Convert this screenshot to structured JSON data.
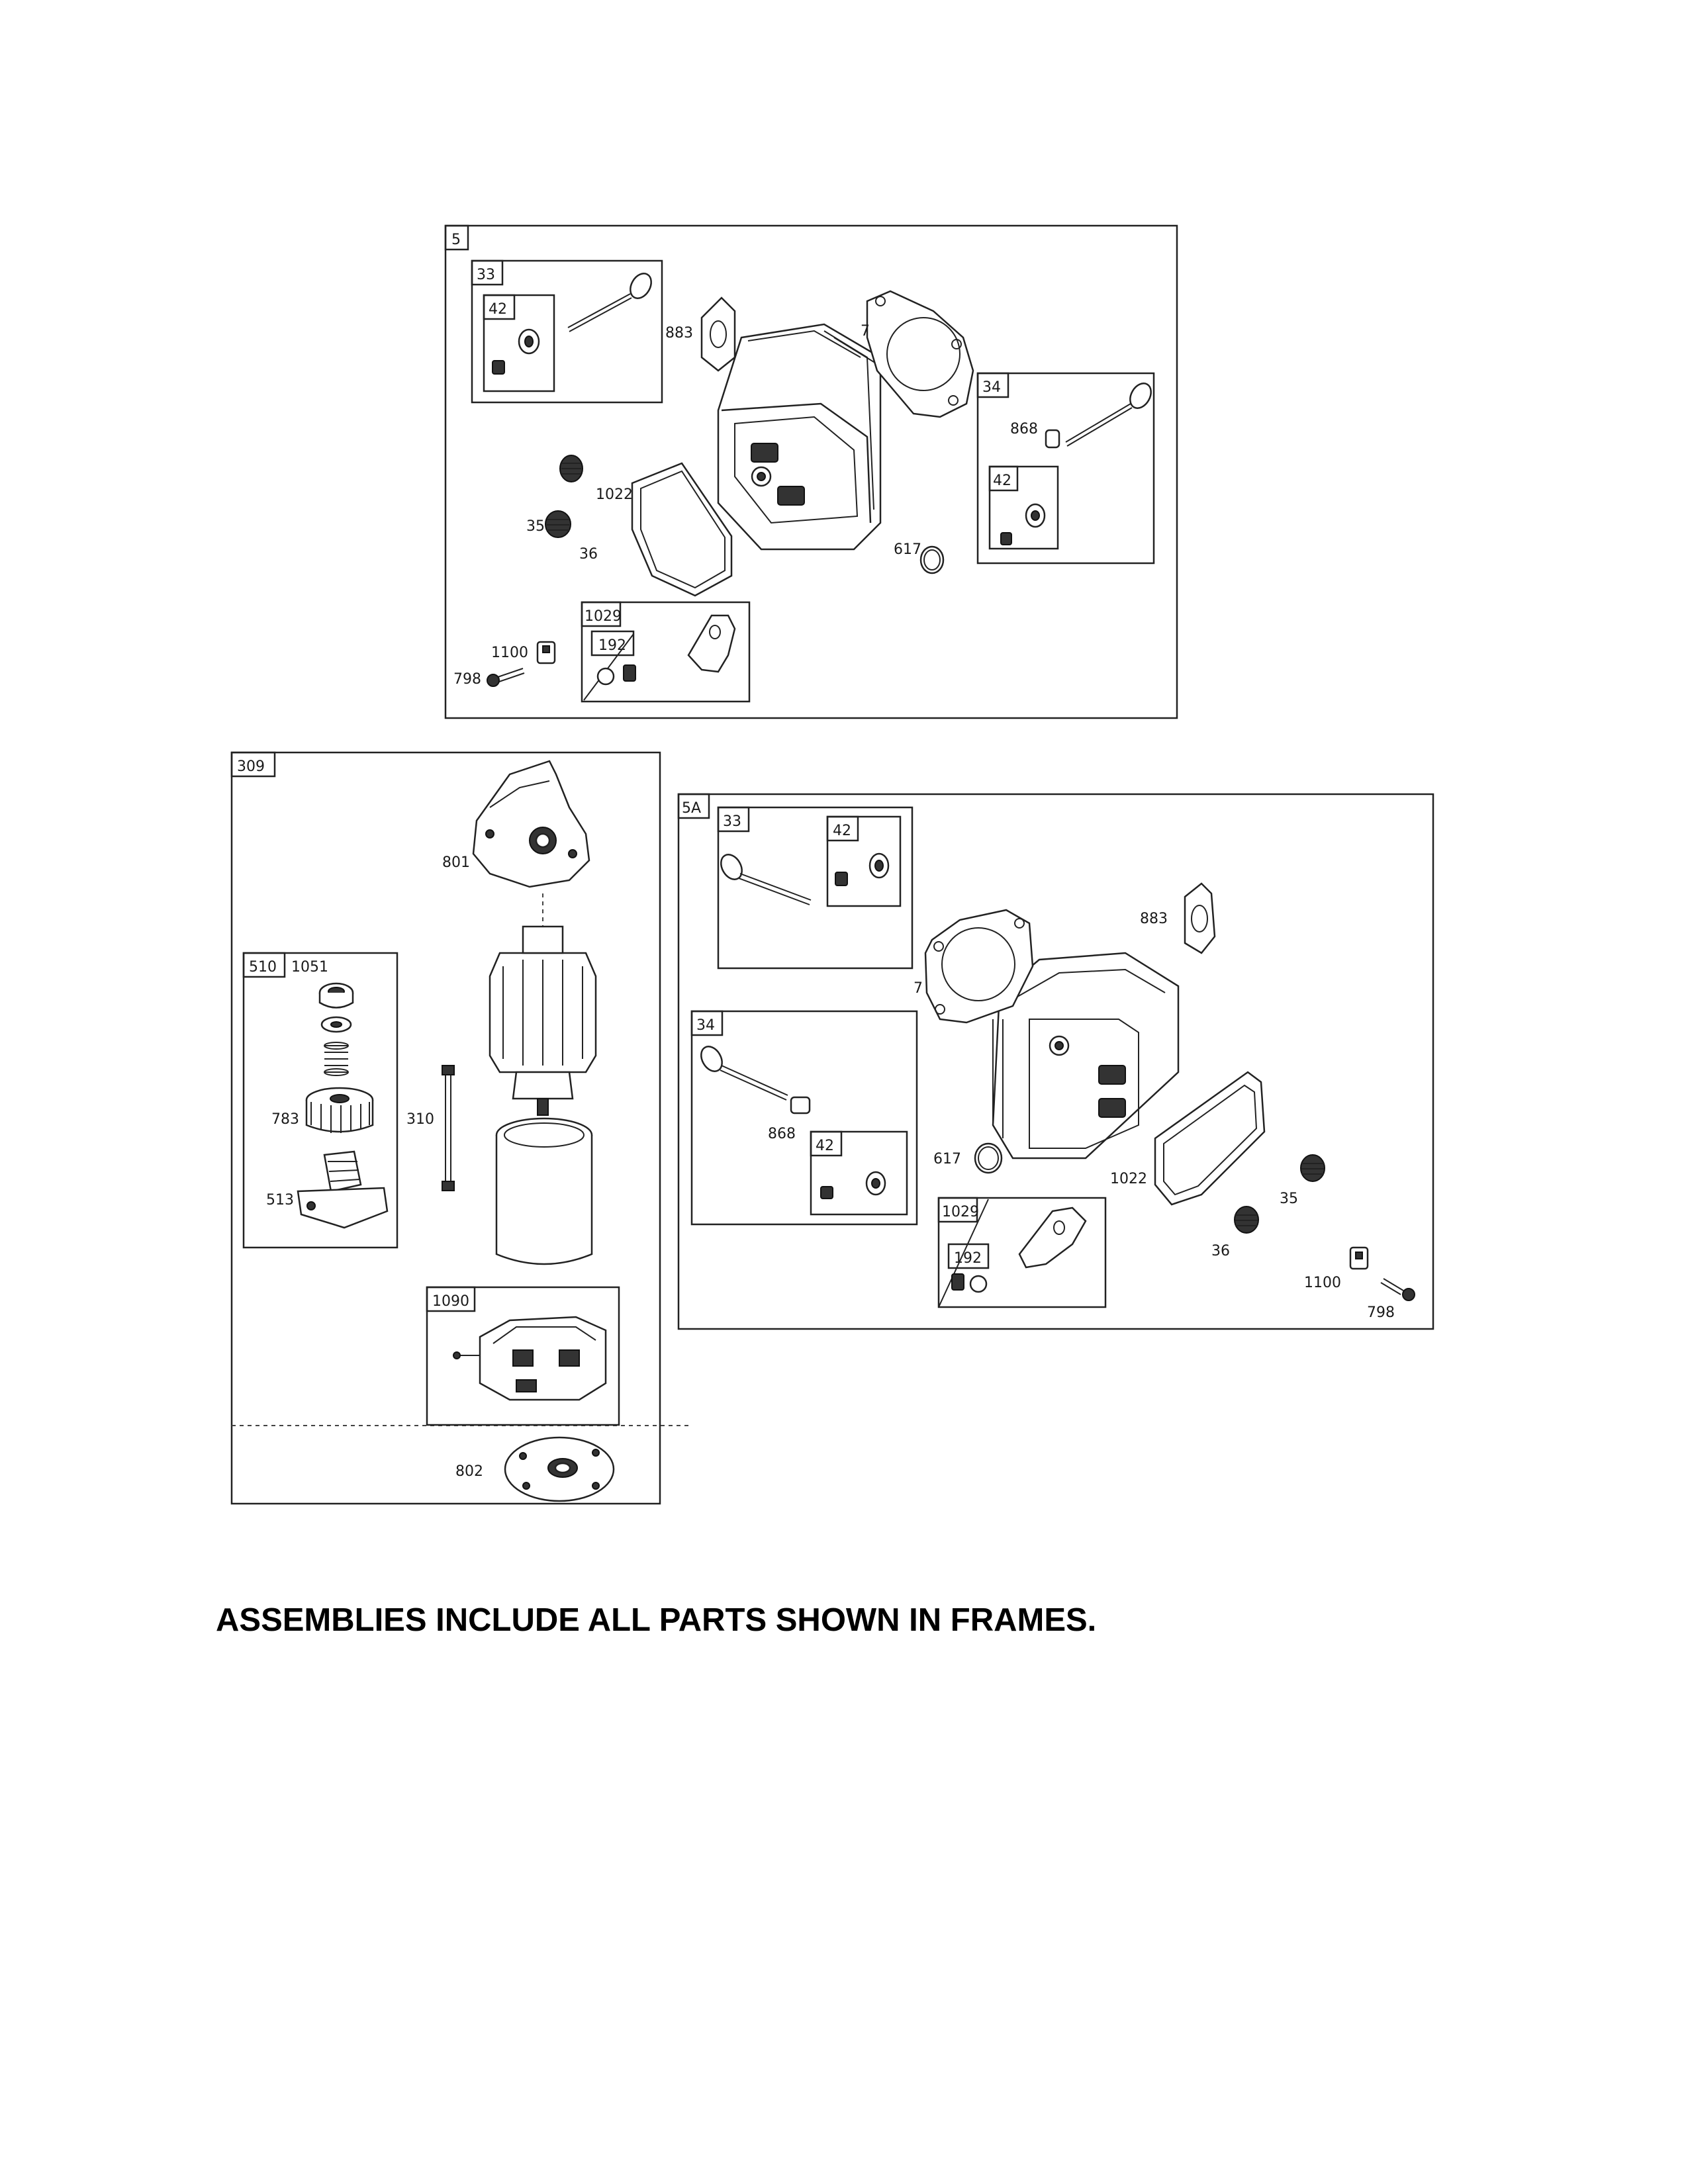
{
  "footer_note": "ASSEMBLIES INCLUDE ALL PARTS SHOWN IN FRAMES.",
  "frames": {
    "f5": "5",
    "f5_33": "33",
    "f5_42a": "42",
    "f5_34": "34",
    "f5_42b": "42",
    "f5_1029": "1029",
    "f5_192": "192",
    "f309": "309",
    "f510": "510",
    "f1090": "1090",
    "f5A": "5A",
    "f5A_33": "33",
    "f5A_42a": "42",
    "f5A_34": "34",
    "f5A_42b": "42",
    "f5A_1029": "1029",
    "f5A_192": "192"
  },
  "labels": {
    "a5_883": "883",
    "a5_7": "7",
    "a5_868": "868",
    "a5_1022": "1022",
    "a5_35": "35",
    "a5_36": "36",
    "a5_617": "617",
    "a5_1100": "1100",
    "a5_798": "798",
    "s_801": "801",
    "s_1051": "1051",
    "s_783": "783",
    "s_310": "310",
    "s_513": "513",
    "s_802": "802",
    "b_883": "883",
    "b_7": "7",
    "b_868": "868",
    "b_617": "617",
    "b_1022": "1022",
    "b_35": "35",
    "b_36": "36",
    "b_1100": "1100",
    "b_798": "798"
  }
}
